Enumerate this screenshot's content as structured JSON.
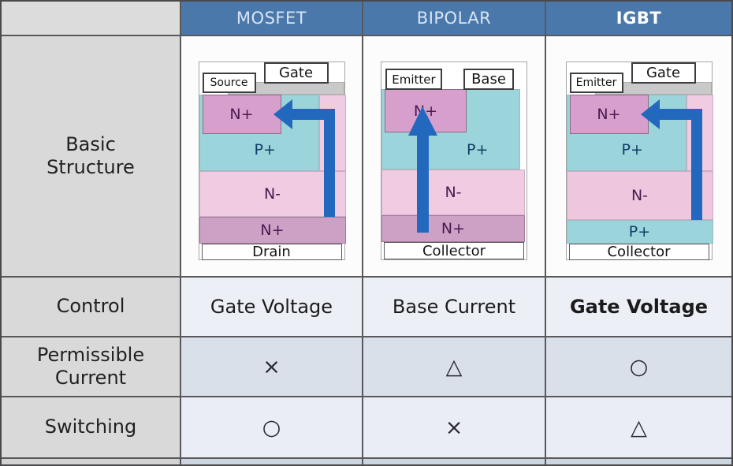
{
  "rows": {
    "structure_label": "Basic Structure",
    "control_label": "Control",
    "permissible_label": "Permissible Current",
    "switching_label": "Switching"
  },
  "columns": [
    {
      "header": "MOSFET",
      "diagram": {
        "top_label": "Gate",
        "side_label": "Source",
        "region_top": "N+",
        "region_mid": "P+",
        "region_drift": "N-",
        "region_bottom": "N+",
        "terminal": "Drain",
        "arrow_icon": "l-shaped current arrow pointing left"
      },
      "control": "Gate Voltage",
      "permissible_current": "×",
      "switching": "○"
    },
    {
      "header": "BIPOLAR",
      "diagram": {
        "top_left_label": "Emitter",
        "top_right_label": "Base",
        "region_top": "N+",
        "region_mid": "P+",
        "region_drift": "N-",
        "region_bottom": "N+",
        "terminal": "Collector",
        "arrow_icon": "vertical current arrow pointing up"
      },
      "control": "Base Current",
      "permissible_current": "△",
      "switching": "×"
    },
    {
      "header": "IGBT",
      "diagram": {
        "top_label": "Gate",
        "side_label": "Emitter",
        "region_top": "N+",
        "region_mid": "P+",
        "region_drift": "N-",
        "region_bottom": "P+",
        "terminal": "Collector",
        "arrow_icon": "l-shaped current arrow pointing left"
      },
      "control": "Gate Voltage",
      "permissible_current": "○",
      "switching": "△"
    }
  ],
  "colors": {
    "header_blue": "#4a78ab",
    "arrow_blue": "#2269bd",
    "n_plus_pink": "#d79fcb",
    "p_plus_teal": "#9bd4da",
    "n_minus_pink": "#f0cbe1",
    "n_plus_mauve": "#cda0c6",
    "label_gray": "#d9d9d9",
    "permissible_row_bg": "#d9e0ea",
    "control_row_bg": "#edeff7"
  }
}
